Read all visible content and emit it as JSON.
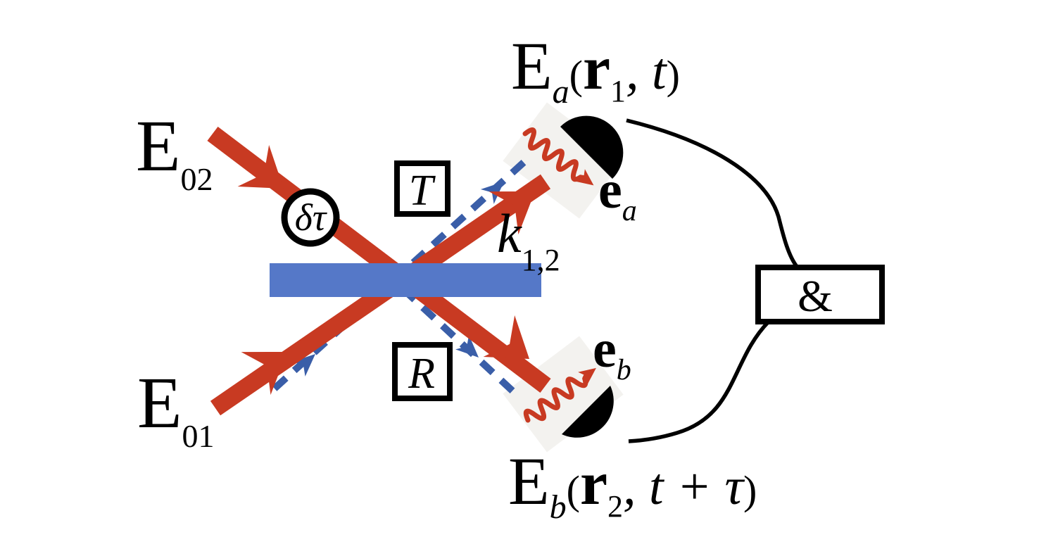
{
  "figure": {
    "kind": "beam-splitter interference diagram",
    "labels": {
      "input_top": {
        "base": "E",
        "sub": "02"
      },
      "input_bottom": {
        "base": "E",
        "sub": "01"
      },
      "delay": "δτ",
      "transmitted": "T",
      "reflected": "R",
      "wavevector": {
        "base": "k",
        "sub": "1,2"
      },
      "field_a": {
        "e": "E",
        "e_sub": "a",
        "open": "(",
        "vec": "r",
        "vec_sub": "1",
        "mid": ", t",
        "close": ")"
      },
      "field_b": {
        "e": "E",
        "e_sub": "b",
        "open": "(",
        "vec": "r",
        "vec_sub": "2",
        "mid": ", t + τ",
        "close": ")"
      },
      "pol_a": {
        "base": "e",
        "sub": "a"
      },
      "pol_b": {
        "base": "e",
        "sub": "b"
      },
      "coincidence": "&"
    },
    "colors": {
      "beam_red": "#c83a22",
      "splitter_blue": "#5578c8",
      "dash_blue": "#3a5ea8",
      "ink": "#000000",
      "glow_gray": "#f3f2ef"
    }
  }
}
